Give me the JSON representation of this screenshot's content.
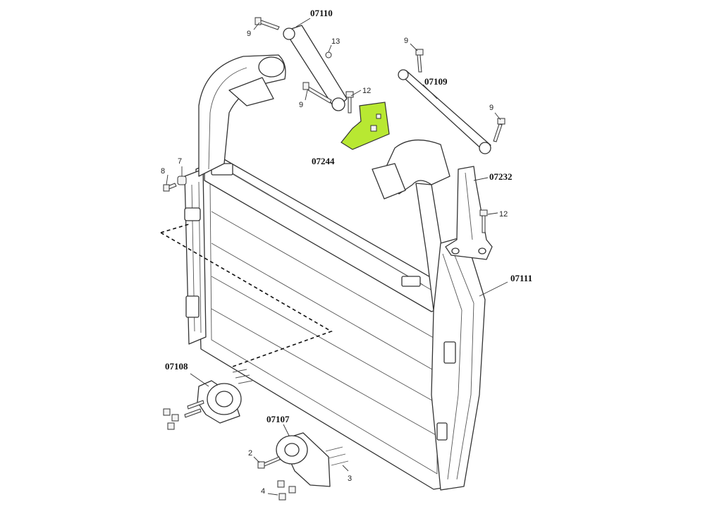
{
  "colors": {
    "highlight": "#b8e832",
    "line": "#333333",
    "background": "#ffffff"
  },
  "part_labels": [
    {
      "id": "07110",
      "text": "07110"
    },
    {
      "id": "07109",
      "text": "07109"
    },
    {
      "id": "07244",
      "text": "07244"
    },
    {
      "id": "07232",
      "text": "07232"
    },
    {
      "id": "07111",
      "text": "07111"
    },
    {
      "id": "07108",
      "text": "07108"
    },
    {
      "id": "07107",
      "text": "07107"
    }
  ],
  "item_numbers": [
    {
      "id": "n9a",
      "text": "9"
    },
    {
      "id": "n13",
      "text": "13"
    },
    {
      "id": "n9b",
      "text": "9"
    },
    {
      "id": "n12a",
      "text": "12"
    },
    {
      "id": "n9c",
      "text": "9"
    },
    {
      "id": "n9d",
      "text": "9"
    },
    {
      "id": "n7",
      "text": "7"
    },
    {
      "id": "n8",
      "text": "8"
    },
    {
      "id": "n12b",
      "text": "12"
    },
    {
      "id": "n2",
      "text": "2"
    },
    {
      "id": "n3",
      "text": "3"
    },
    {
      "id": "n4",
      "text": "4"
    }
  ],
  "highlighted_part": "07244"
}
